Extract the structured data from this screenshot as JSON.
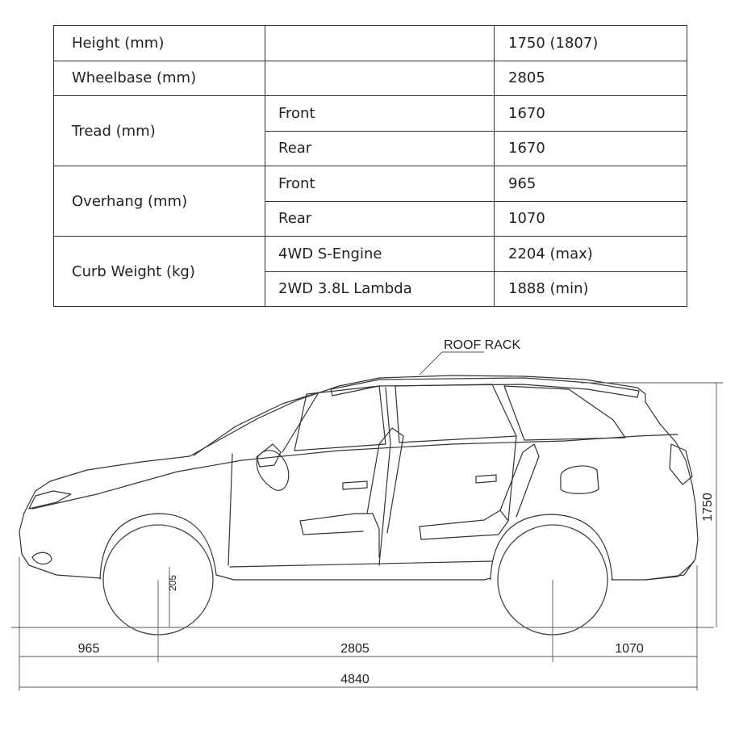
{
  "spec_table": {
    "rows": [
      {
        "label": "Height (mm)",
        "sub": "",
        "value": "1750 (1807)"
      },
      {
        "label": "Wheelbase (mm)",
        "sub": "",
        "value": "2805"
      },
      {
        "label": "Tread (mm)",
        "sub": "Front",
        "value": "1670"
      },
      {
        "label": "",
        "sub": "Rear",
        "value": "1670"
      },
      {
        "label": "Overhang (mm)",
        "sub": "Front",
        "value": "965"
      },
      {
        "label": "",
        "sub": "Rear",
        "value": "1070"
      },
      {
        "label": "Curb Weight (kg)",
        "sub": "4WD S-Engine",
        "value": "2204 (max)"
      },
      {
        "label": "",
        "sub": "2WD 3.8L Lambda",
        "value": "1888 (min)"
      }
    ]
  },
  "drawing": {
    "callout": "ROOF RACK",
    "dimensions": {
      "front_overhang": "965",
      "wheelbase": "2805",
      "rear_overhang": "1070",
      "overall_length": "4840",
      "height": "1750",
      "ground_clearance": "205"
    }
  }
}
